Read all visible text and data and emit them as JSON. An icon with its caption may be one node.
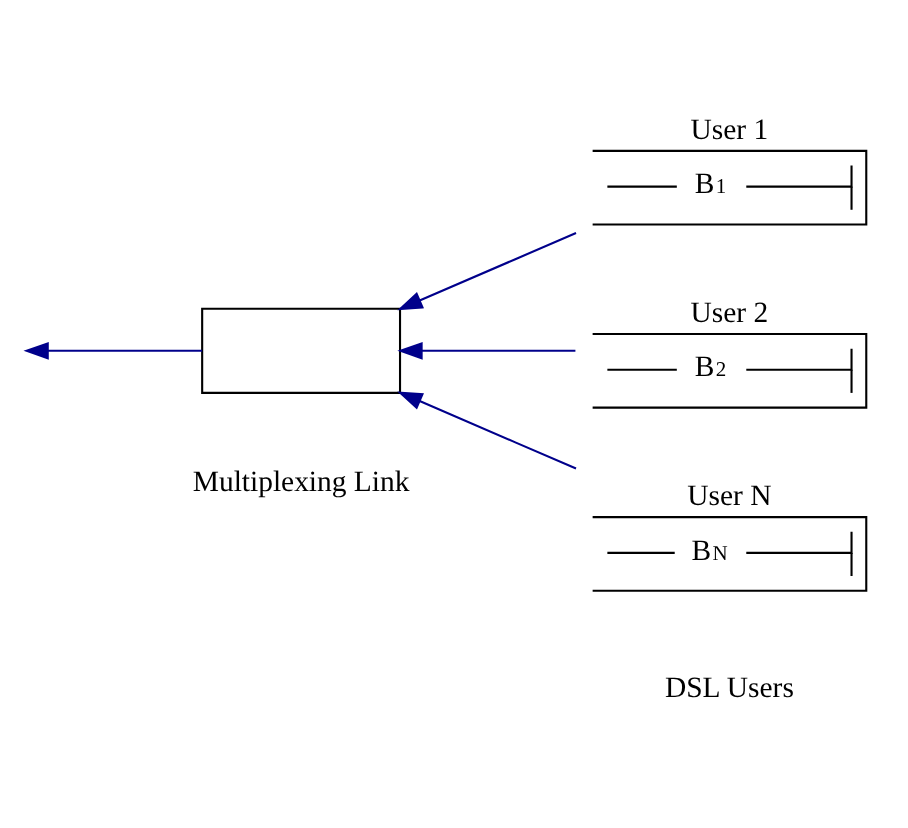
{
  "diagram": {
    "nodes": [
      {
        "text": [],
        "shape": "box"
      },
      {
        "text": [
          "User 1",
          "B$_{1}$"
        ]
      },
      {
        "text": [
          "User 2",
          "B$_{2}$"
        ]
      },
      {
        "text": [
          "User N",
          "B$_{N}$"
        ]
      }
    ],
    "edges": [
      {
        "from": 0,
        "to": null,
        "arrow": "to"
      },
      {
        "from": 1,
        "to": 0,
        "arrow": "to"
      },
      {
        "from": 2,
        "to": 0,
        "arrow": "to"
      },
      {
        "from": 3,
        "to": 0,
        "arrow": "to"
      }
    ],
    "labels": [
      "Multiplexing Link",
      "DSL Users"
    ]
  }
}
